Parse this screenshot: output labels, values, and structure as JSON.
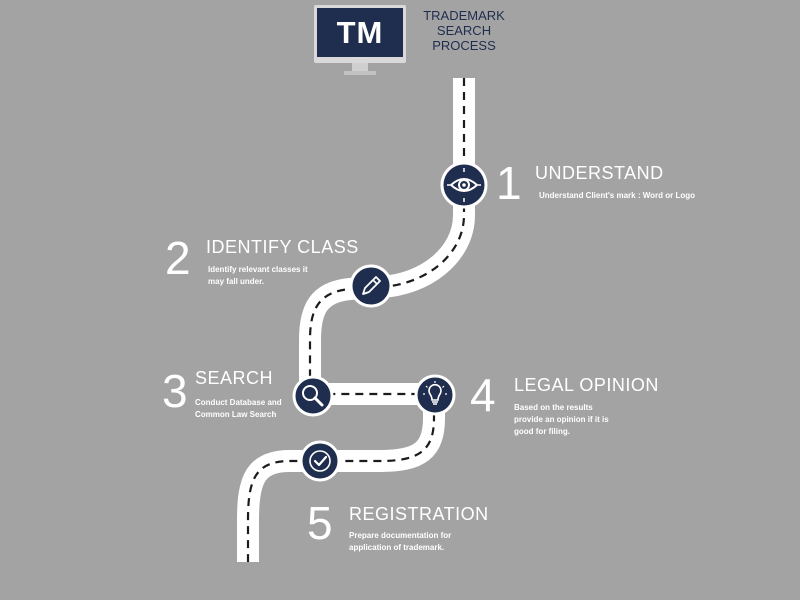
{
  "logo": {
    "text": "TM"
  },
  "title": {
    "lines": [
      "TRADEMARK",
      "SEARCH",
      "PROCESS"
    ]
  },
  "steps": [
    {
      "number": "1",
      "title": "UNDERSTAND",
      "desc": [
        "Understand Client's mark : Word or Logo"
      ],
      "icon": "eye-icon"
    },
    {
      "number": "2",
      "title": "IDENTIFY CLASS",
      "desc": [
        "Identify relevant classes it",
        "may fall under."
      ],
      "icon": "pencil-icon"
    },
    {
      "number": "3",
      "title": "SEARCH",
      "desc": [
        "Conduct Database and",
        "Common Law Search"
      ],
      "icon": "magnifier-icon"
    },
    {
      "number": "4",
      "title": "LEGAL OPINION",
      "desc": [
        "Based on the results",
        "provide an opinion if it is",
        "good for filing."
      ],
      "icon": "lightbulb-icon"
    },
    {
      "number": "5",
      "title": "REGISTRATION",
      "desc": [
        "Prepare documentation for",
        "application of trademark."
      ],
      "icon": "checkmark-icon"
    }
  ],
  "colors": {
    "background": "#a4a3a4",
    "road": "#ffffff",
    "navy": "#1f2d4e",
    "text": "#ffffff"
  }
}
